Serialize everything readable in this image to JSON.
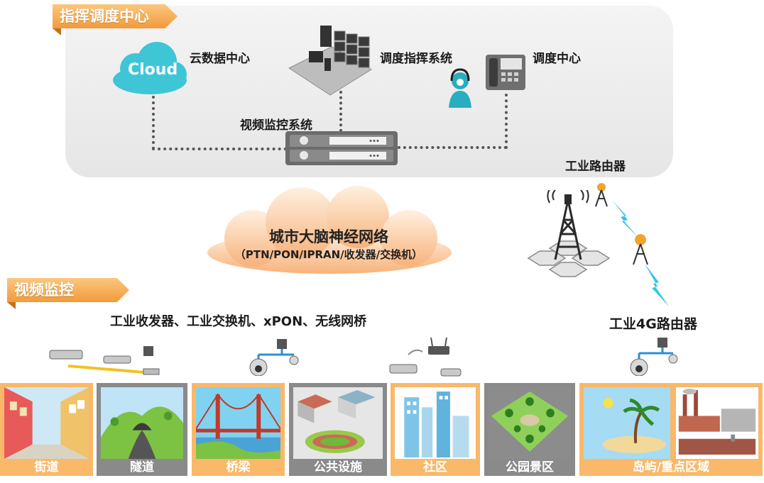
{
  "command_center": {
    "tag": "指挥调度中心",
    "cloud_text": "Cloud",
    "cloud_label": "云数据中心",
    "dispatch_system_label": "调度指挥系统",
    "dispatch_center_label": "调度中心",
    "video_system_label": "视频监控系统"
  },
  "network": {
    "title": "城市大脑神经网络",
    "subtitle": "（PTN/PON/IPRAN/收发器/交换机）"
  },
  "wireless": {
    "router_label": "工业路由器",
    "router_4g_label": "工业4G路由器"
  },
  "video_monitor": {
    "tag": "视频监控",
    "devices_label": "工业收发器、工业交换机、xPON、无线网桥"
  },
  "scenes": [
    {
      "label": "街道"
    },
    {
      "label": "隧道"
    },
    {
      "label": "桥梁"
    },
    {
      "label": "公共设施"
    },
    {
      "label": "社区"
    },
    {
      "label": "公园景区"
    },
    {
      "label": "岛屿/重点区域"
    }
  ],
  "colors": {
    "accent": "#f39a3a",
    "cloud_blue": "#3ec6d6",
    "net_cloud": "#fbc99a",
    "panel_gray": "#e8e8e8",
    "tile_gray": "#8a8a8a",
    "tile_orange": "#f9b86a"
  }
}
